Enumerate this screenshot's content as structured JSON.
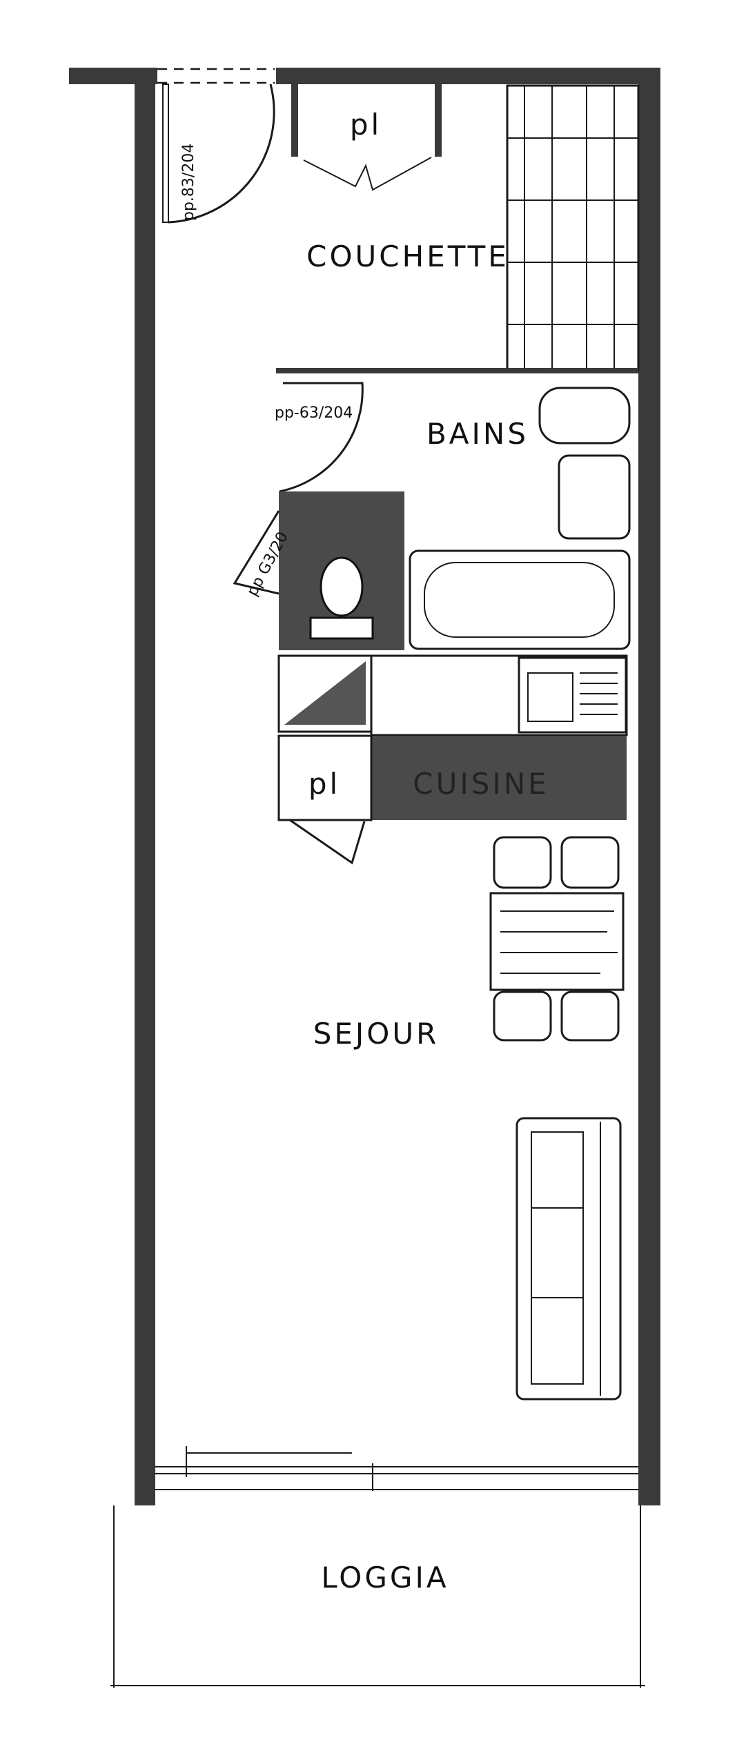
{
  "rooms": {
    "couchette": "COUCHETTE",
    "bains": "BAINS",
    "cuisine": "CUISINE",
    "sejour": "SEJOUR",
    "loggia": "LOGGIA"
  },
  "closets": {
    "top": "pl",
    "kitchen": "pl"
  },
  "doors": {
    "entry": "pp.83/204",
    "bath": "pp-63/204",
    "wc": "pp G3/20"
  }
}
